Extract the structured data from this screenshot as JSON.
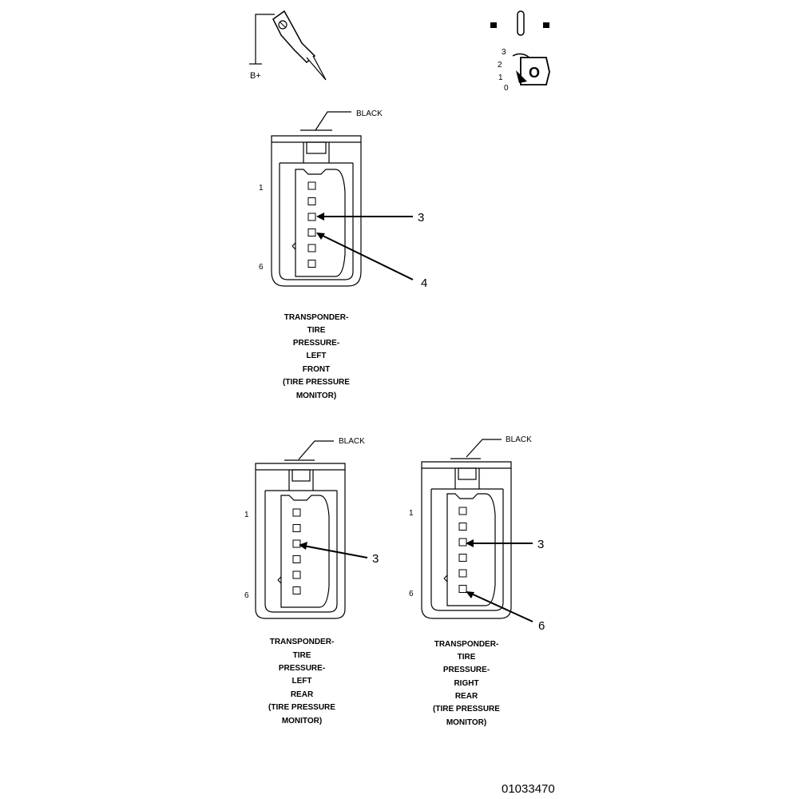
{
  "probe": {
    "label": "B+"
  },
  "ignition": {
    "positions": [
      "3",
      "2",
      "1",
      "0"
    ],
    "key_label": "O"
  },
  "connectors": [
    {
      "id": "left-front",
      "color_label": "BLACK",
      "pin_first": "1",
      "pin_last": "6",
      "callouts": [
        "3",
        "4"
      ],
      "caption": [
        "TRANSPONDER-",
        "TIRE",
        "PRESSURE-",
        "LEFT",
        "FRONT",
        "(TIRE PRESSURE",
        "MONITOR)"
      ]
    },
    {
      "id": "left-rear",
      "color_label": "BLACK",
      "pin_first": "1",
      "pin_last": "6",
      "callouts": [
        "3"
      ],
      "caption": [
        "TRANSPONDER-",
        "TIRE",
        "PRESSURE-",
        "LEFT",
        "REAR",
        "(TIRE PRESSURE",
        "MONITOR)"
      ]
    },
    {
      "id": "right-rear",
      "color_label": "BLACK",
      "pin_first": "1",
      "pin_last": "6",
      "callouts": [
        "3",
        "6"
      ],
      "caption": [
        "TRANSPONDER-",
        "TIRE",
        "PRESSURE-",
        "RIGHT",
        "REAR",
        "(TIRE PRESSURE",
        "MONITOR)"
      ]
    }
  ],
  "figure_id": "01033470"
}
